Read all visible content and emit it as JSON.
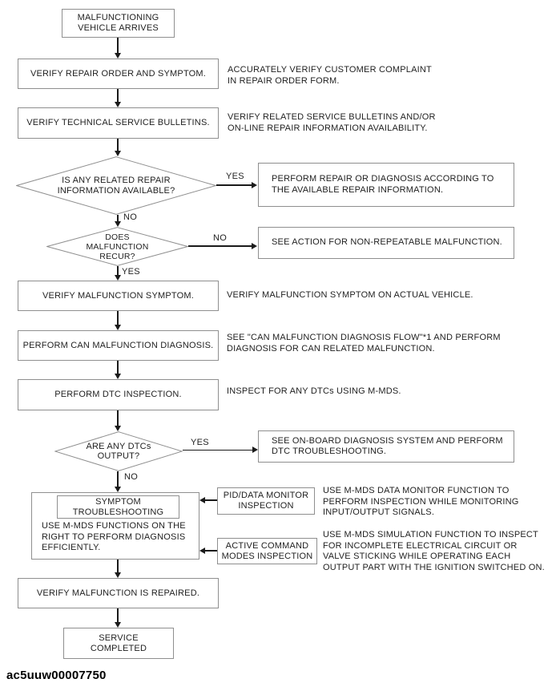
{
  "flow": {
    "start": "MALFUNCTIONING\nVEHICLE ARRIVES",
    "verify_repair_order": "VERIFY REPAIR ORDER AND SYMPTOM.",
    "verify_bulletins": "VERIFY TECHNICAL SERVICE BULLETINS.",
    "decision_repair_info": "IS ANY RELATED REPAIR\nINFORMATION AVAILABLE?",
    "decision_recur": "DOES\nMALFUNCTION\nRECUR?",
    "verify_symptom": "VERIFY MALFUNCTION SYMPTOM.",
    "perform_can_diagnosis": "PERFORM CAN MALFUNCTION DIAGNOSIS.",
    "perform_dtc_inspection": "PERFORM DTC INSPECTION.",
    "decision_dtcs": "ARE ANY DTCs\nOUTPUT?",
    "symptom_troubleshooting_title": "SYMPTOM\nTROUBLESHOOTING",
    "symptom_troubleshooting_body": "USE M-MDS FUNCTIONS ON THE\nRIGHT TO PERFORM DIAGNOSIS\nEFFICIENTLY.",
    "verify_repaired": "VERIFY MALFUNCTION IS REPAIRED.",
    "end": "SERVICE\nCOMPLETED"
  },
  "actions": {
    "repair_info": "PERFORM REPAIR OR DIAGNOSIS ACCORDING TO\nTHE AVAILABLE REPAIR INFORMATION.",
    "non_repeatable": "SEE ACTION FOR NON-REPEATABLE MALFUNCTION.",
    "onboard_diagnosis": "SEE ON-BOARD DIAGNOSIS SYSTEM AND PERFORM\nDTC TROUBLESHOOTING.",
    "pid_data_monitor": "PID/DATA MONITOR\nINSPECTION",
    "active_command": "ACTIVE COMMAND\nMODES INSPECTION"
  },
  "notes": {
    "repair_order": "ACCURATELY VERIFY CUSTOMER COMPLAINT\nIN REPAIR ORDER FORM.",
    "bulletins": "VERIFY RELATED SERVICE BULLETINS AND/OR\nON-LINE REPAIR INFORMATION AVAILABILITY.",
    "symptom": "VERIFY MALFUNCTION SYMPTOM ON ACTUAL VEHICLE.",
    "can": "SEE \"CAN MALFUNCTION DIAGNOSIS FLOW\"*1 AND PERFORM\nDIAGNOSIS FOR CAN RELATED MALFUNCTION.",
    "dtc": "INSPECT FOR ANY DTCs USING M-MDS.",
    "pid": "USE M-MDS DATA MONITOR FUNCTION TO\nPERFORM INSPECTION WHILE MONITORING\nINPUT/OUTPUT SIGNALS.",
    "active": "USE M-MDS SIMULATION FUNCTION TO INSPECT\nFOR INCOMPLETE ELECTRICAL CIRCUIT OR\nVALVE STICKING WHILE OPERATING EACH\nOUTPUT PART WITH THE IGNITION SWITCHED ON."
  },
  "labels": {
    "yes": "YES",
    "no": "NO"
  },
  "footer_code": "ac5uuw00007750"
}
